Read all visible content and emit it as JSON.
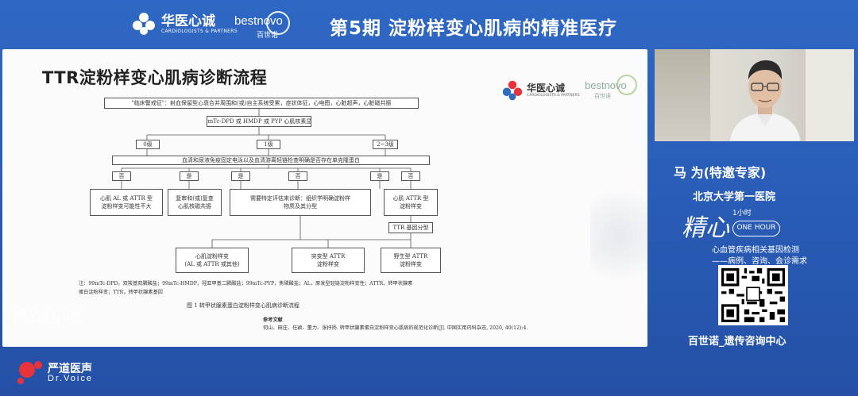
{
  "banner": {
    "logo1_cn": "华医心诚",
    "logo1_en": "CARDIOLOGISTS & PARTNERS",
    "logo2_en": "bestnovo",
    "logo2_cn": "百世诺",
    "title": "第5期  淀粉样变心肌病的精准医疗"
  },
  "slide": {
    "title": "TTR淀粉样变心肌病诊断流程",
    "logo1_cn": "华医心诚",
    "logo1_en": "CARDIOLOGISTS & PARTNERS",
    "logo2_en": "bestnovo",
    "logo2_cn": "百世诺",
    "flow": {
      "top": "\"临床警戒征\"：射血保留型心衰合并周围和(或)自主系统受累，症状体征，心电图，心脏超声，心脏磁共振",
      "scan": "99mTc-DPD 或 HMDP 或 PYP 心肌核素显像",
      "grade0": "0级",
      "grade1": "1级",
      "grade23": "2~3级",
      "blood": "血清和尿液免疫固定电泳以及血清游离轻链检查明确是否存在单克隆蛋白",
      "no1": "否",
      "yes1": "是",
      "yes2": "是",
      "no2": "否",
      "yes3": "是",
      "no3": "否",
      "res1a": "心肌 AL 或 ATTR 型",
      "res1b": "淀粉样变可能性不大",
      "res2a": "复审和(或)复查",
      "res2b": "心肌核磁共振",
      "res3a": "需要特定评估来诊断：组织学明确淀粉样",
      "res3b": "物质及其分型",
      "res4a": "心肌 ATTR 型",
      "res4b": "淀粉样变",
      "gene": "TTR 基因分型",
      "fin1a": "心肌淀粉样变",
      "fin1b": "(AL 或 ATTR 或其他)",
      "fin2a": "突变型 ATTR",
      "fin2b": "淀粉样变",
      "fin3a": "野生型 ATTR",
      "fin3b": "淀粉样变"
    },
    "note_line1": "注：99mTc-DPD，双羧基双膦酸盐；99mTc-HMDP，羟亚甲基二膦酸盐；99mTc-PYP，焦磷酸盐；AL，原发型轻链淀粉样变性；ATTR，转甲状腺素",
    "note_line2": "蛋白淀粉样变；TTR，转甲状腺素基因",
    "figure_caption": "图 1    转甲状腺素蛋白淀粉样变心肌病诊断流程",
    "ref_title": "参考文献",
    "ref_text": "何山、田庄、任颖、董力、张抒扬. 转甲状腺素蛋白淀粉样变心肌病的规范化诊断[J]. 中国实用内科杂志, 2020, 40(12):4."
  },
  "speaker": {
    "name": "马 为(特邀专家)",
    "hospital": "北京大学第一医院"
  },
  "promo": {
    "brand_cal": "精心",
    "brand_hour_cn": "1小时",
    "brand_hour_en": "ONE HOUR",
    "service1": "心血管疾病相关基因检测",
    "service2": "——病例、咨询、会诊需求",
    "center": "百世诺_遗传咨询中心"
  },
  "footer": {
    "logo_cn": "严道医声",
    "logo_en": "Dr.Voice",
    "watermark": "精心1小时"
  },
  "colors": {
    "background": "#2a5fba",
    "slide_bg": "#fbfbfb",
    "logo_red": "#e8333a"
  }
}
